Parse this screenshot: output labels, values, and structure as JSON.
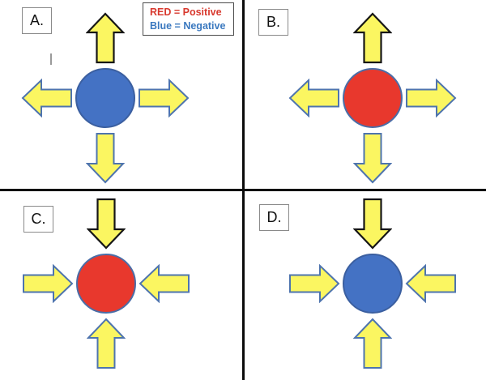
{
  "legend": {
    "items": [
      {
        "text": "RED = Positive",
        "color": "#d8392e"
      },
      {
        "text": "Blue = Negative",
        "color": "#3a78bf"
      }
    ]
  },
  "panels": [
    {
      "label": "A.",
      "circle_color": "blue",
      "arrow_direction": "outward"
    },
    {
      "label": "B.",
      "circle_color": "red",
      "arrow_direction": "outward"
    },
    {
      "label": "C.",
      "circle_color": "red",
      "arrow_direction": "inward"
    },
    {
      "label": "D.",
      "circle_color": "blue",
      "arrow_direction": "inward"
    }
  ],
  "colors": {
    "blue_fill": "#4472c4",
    "blue_stroke": "#3b5fa0",
    "red_fill": "#e8382d",
    "red_stroke": "#4a6da7",
    "arrow_fill": "#fbf661",
    "arrow_stroke": "#4e74ae",
    "arrow_stroke_top": "#161616",
    "divider": "#0a0a0a"
  }
}
